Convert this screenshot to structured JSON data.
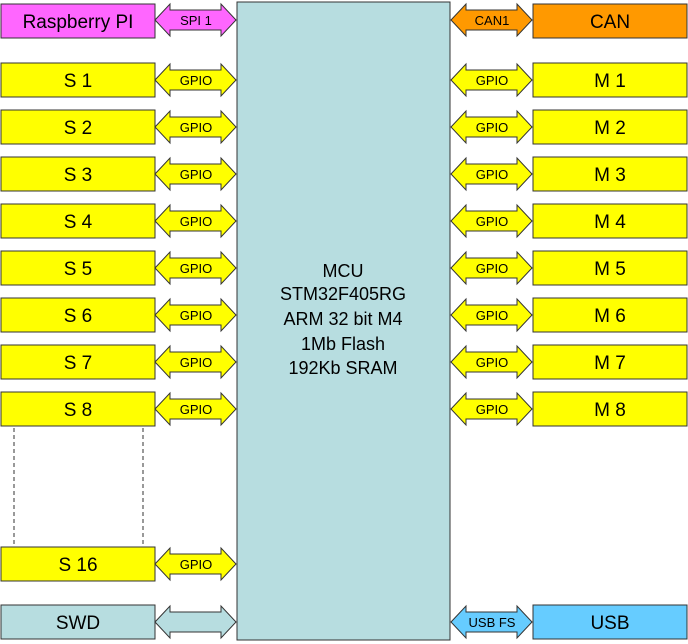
{
  "colors": {
    "yellow": "#FFFF00",
    "raspberry": "#FF66FF",
    "can": "#FF9900",
    "usb": "#66CCFF",
    "swd": "#B7DDE0",
    "mcu": "#B7DDE0",
    "stroke": "#333333"
  },
  "mcu": {
    "lines": [
      "MCU",
      "STM32F405RG",
      "ARM 32 bit M4",
      "1Mb Flash",
      "192Kb SRAM"
    ]
  },
  "top": {
    "left_label": "Raspberry PI",
    "left_link": "SPI 1",
    "right_label": "CAN",
    "right_link": "CAN1"
  },
  "servos": {
    "labels": [
      "S 1",
      "S 2",
      "S 3",
      "S 4",
      "S 5",
      "S 6",
      "S 7",
      "S 8"
    ],
    "link": "GPIO",
    "last_label": "S 16",
    "last_link": "GPIO"
  },
  "motors": {
    "labels": [
      "M 1",
      "M 2",
      "M 3",
      "M 4",
      "M 5",
      "M 6",
      "M 7",
      "M 8"
    ],
    "link": "GPIO"
  },
  "bottom": {
    "left_label": "SWD",
    "left_link": "",
    "right_label": "USB",
    "right_link": "USB FS"
  }
}
